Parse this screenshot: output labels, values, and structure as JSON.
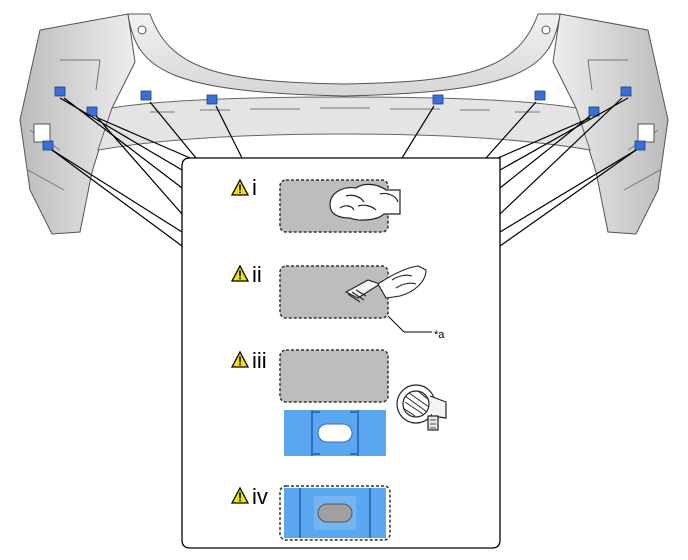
{
  "diagram": {
    "steps": [
      {
        "label": "i"
      },
      {
        "label": "ii"
      },
      {
        "label": "iii"
      },
      {
        "label": "iv"
      }
    ],
    "callout": "*a",
    "colors": {
      "adhesion_area": "#bdbdbd",
      "double_sided_tape": "#5aa7ef",
      "tape_dark": "#2f6fc0",
      "clip_blue": "#3b6fd8",
      "warning_yellow": "#f2e200",
      "outline": "#000000"
    },
    "icons": [
      "caution-icon",
      "shop-rag-icon",
      "brush-icon",
      "heat-light-icon"
    ]
  }
}
